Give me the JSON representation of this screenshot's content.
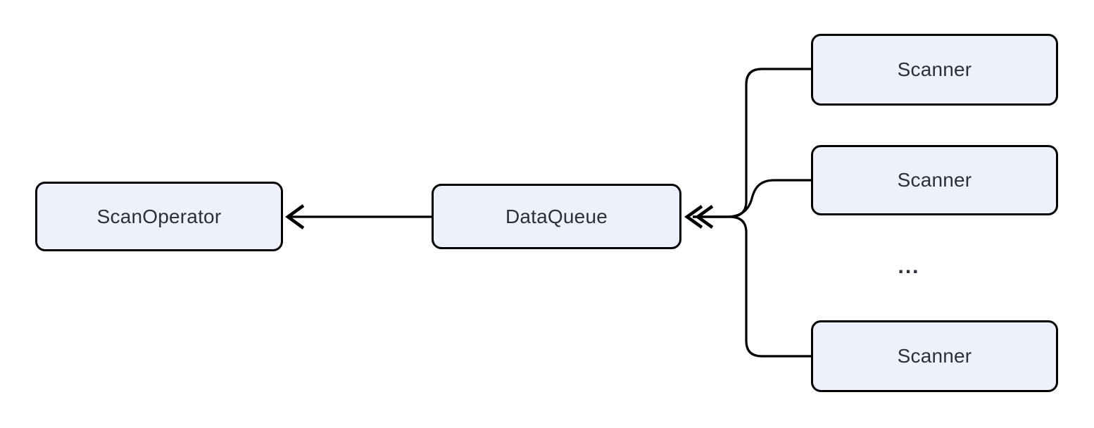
{
  "diagram": {
    "type": "flow-diagram",
    "colors": {
      "background": "#ffffff",
      "node_fill": "#edf1fb",
      "node_border": "#000000",
      "line": "#000000",
      "text": "#2b303b"
    },
    "nodes": [
      {
        "id": "scan-operator",
        "label": "ScanOperator"
      },
      {
        "id": "data-queue",
        "label": "DataQueue"
      },
      {
        "id": "scanner-1",
        "label": "Scanner"
      },
      {
        "id": "scanner-2",
        "label": "Scanner"
      },
      {
        "id": "scanner-3",
        "label": "Scanner"
      }
    ],
    "ellipsis": "...",
    "edges": [
      {
        "from": "data-queue",
        "to": "scan-operator",
        "arrowhead": "single-chevron"
      },
      {
        "from": "scanner-1",
        "to": "data-queue",
        "arrowhead": "double-chevron"
      },
      {
        "from": "scanner-2",
        "to": "data-queue",
        "arrowhead": "double-chevron"
      },
      {
        "from": "scanner-3",
        "to": "data-queue",
        "arrowhead": "double-chevron"
      }
    ]
  }
}
